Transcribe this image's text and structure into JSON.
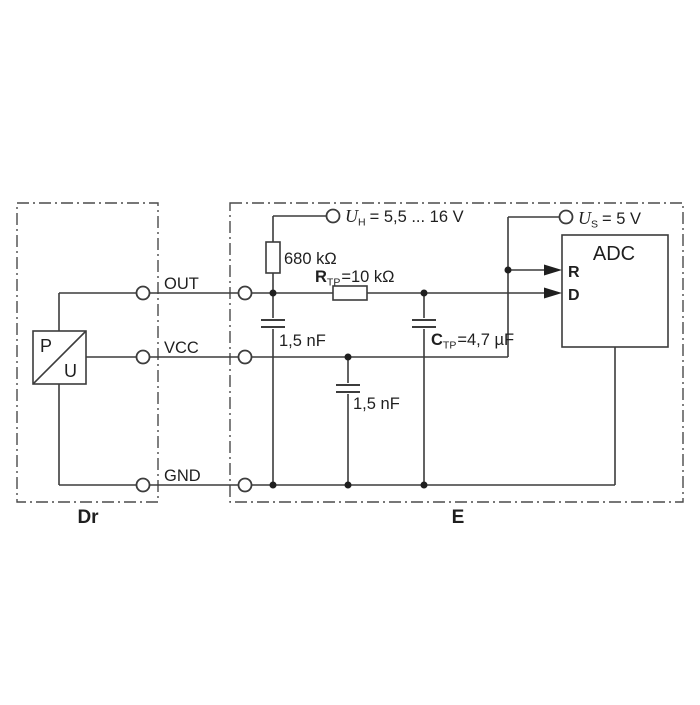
{
  "diagram_type": "circuit-schematic",
  "colors": {
    "line": "#3c3c3c",
    "text": "#1f1f1f",
    "dashed_outline": "#4a4a4a",
    "background": "#ffffff"
  },
  "blocks": {
    "sensor": {
      "label": "Dr",
      "symbol_top": "P",
      "symbol_bottom": "U"
    },
    "ecu": {
      "label": "E"
    }
  },
  "signals": {
    "out": "OUT",
    "vcc": "VCC",
    "gnd": "GND"
  },
  "supplies": {
    "uh": {
      "sym": "U",
      "sub": "H",
      "val": "= 5,5 ... 16 V"
    },
    "us": {
      "sym": "U",
      "sub": "S",
      "val": "= 5 V"
    }
  },
  "components": {
    "pullup_resistor": {
      "label": "680 kΩ"
    },
    "rtp": {
      "sym": "R",
      "sub": "TP",
      "val": "=10 kΩ"
    },
    "cap_out": {
      "label": "1,5 nF"
    },
    "cap_vcc": {
      "label": "1,5 nF"
    },
    "ctp": {
      "sym": "C",
      "sub": "TP",
      "val": "=4,7 µF"
    }
  },
  "adc": {
    "label": "ADC",
    "pin_r": "R",
    "pin_d": "D"
  }
}
